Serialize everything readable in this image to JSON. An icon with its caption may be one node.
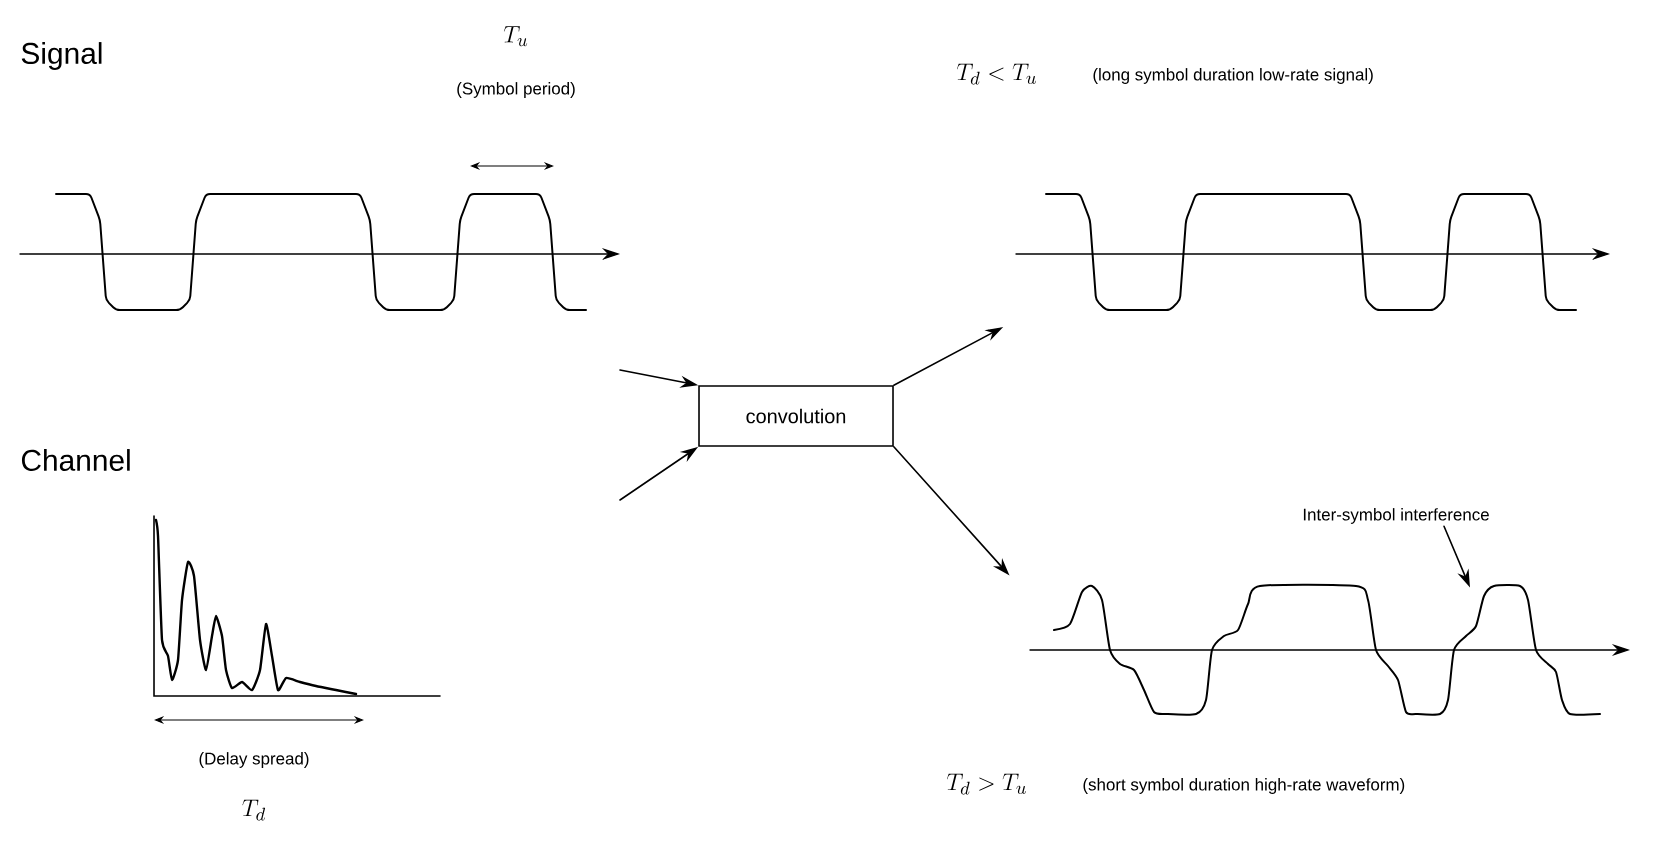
{
  "diagram": {
    "nodes": [
      {
        "text": [],
        "shape": "picture"
      },
      {
        "text": [],
        "shape": "picture"
      },
      {
        "text": [
          "convolution"
        ]
      },
      {
        "text": [],
        "shape": "picture"
      },
      {
        "text": [],
        "shape": "picture"
      },
      {
        "text": [
          "Inter-symbol interference"
        ]
      }
    ],
    "edges": [
      {
        "from": null,
        "to": 2,
        "arrow": "to"
      },
      {
        "from": null,
        "to": 2,
        "arrow": "to"
      },
      {
        "from": 2,
        "to": 3,
        "arrow": "to"
      },
      {
        "from": 2,
        "to": 4,
        "arrow": "to"
      },
      {
        "from": 5,
        "to": 4,
        "arrow": "to"
      }
    ],
    "labels": [
      "Signal",
      "Channel",
      "T_u",
      "(Symbol period)",
      "T_d < T_u",
      "(long symbol duration low-rate signal)",
      "(Delay spread)",
      "T_d",
      "T_d > T_u",
      "(short symbol duration high-rate waveform)"
    ]
  }
}
